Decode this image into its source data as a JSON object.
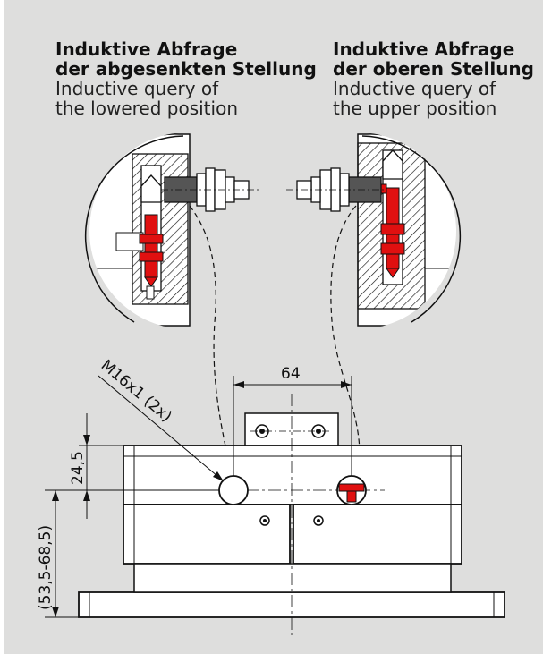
{
  "captions": {
    "left": {
      "de_line1": "Induktive Abfrage",
      "de_line2": "der abgesenkten Stellung",
      "en_line1": "Inductive query of",
      "en_line2": "the lowered position"
    },
    "right": {
      "de_line1": "Induktive Abfrage",
      "de_line2": "der oberen Stellung",
      "en_line1": "Inductive query of",
      "en_line2": "the upper position"
    }
  },
  "dimensions": {
    "spacing": "64",
    "thread": "M16x1 (2x)",
    "height_upper": "24,5",
    "height_range": "(53,5-68,5)"
  },
  "colors": {
    "background": "#dededd",
    "highlight_red": "#e01010",
    "line": "#111111",
    "part_fill": "#ffffff"
  }
}
